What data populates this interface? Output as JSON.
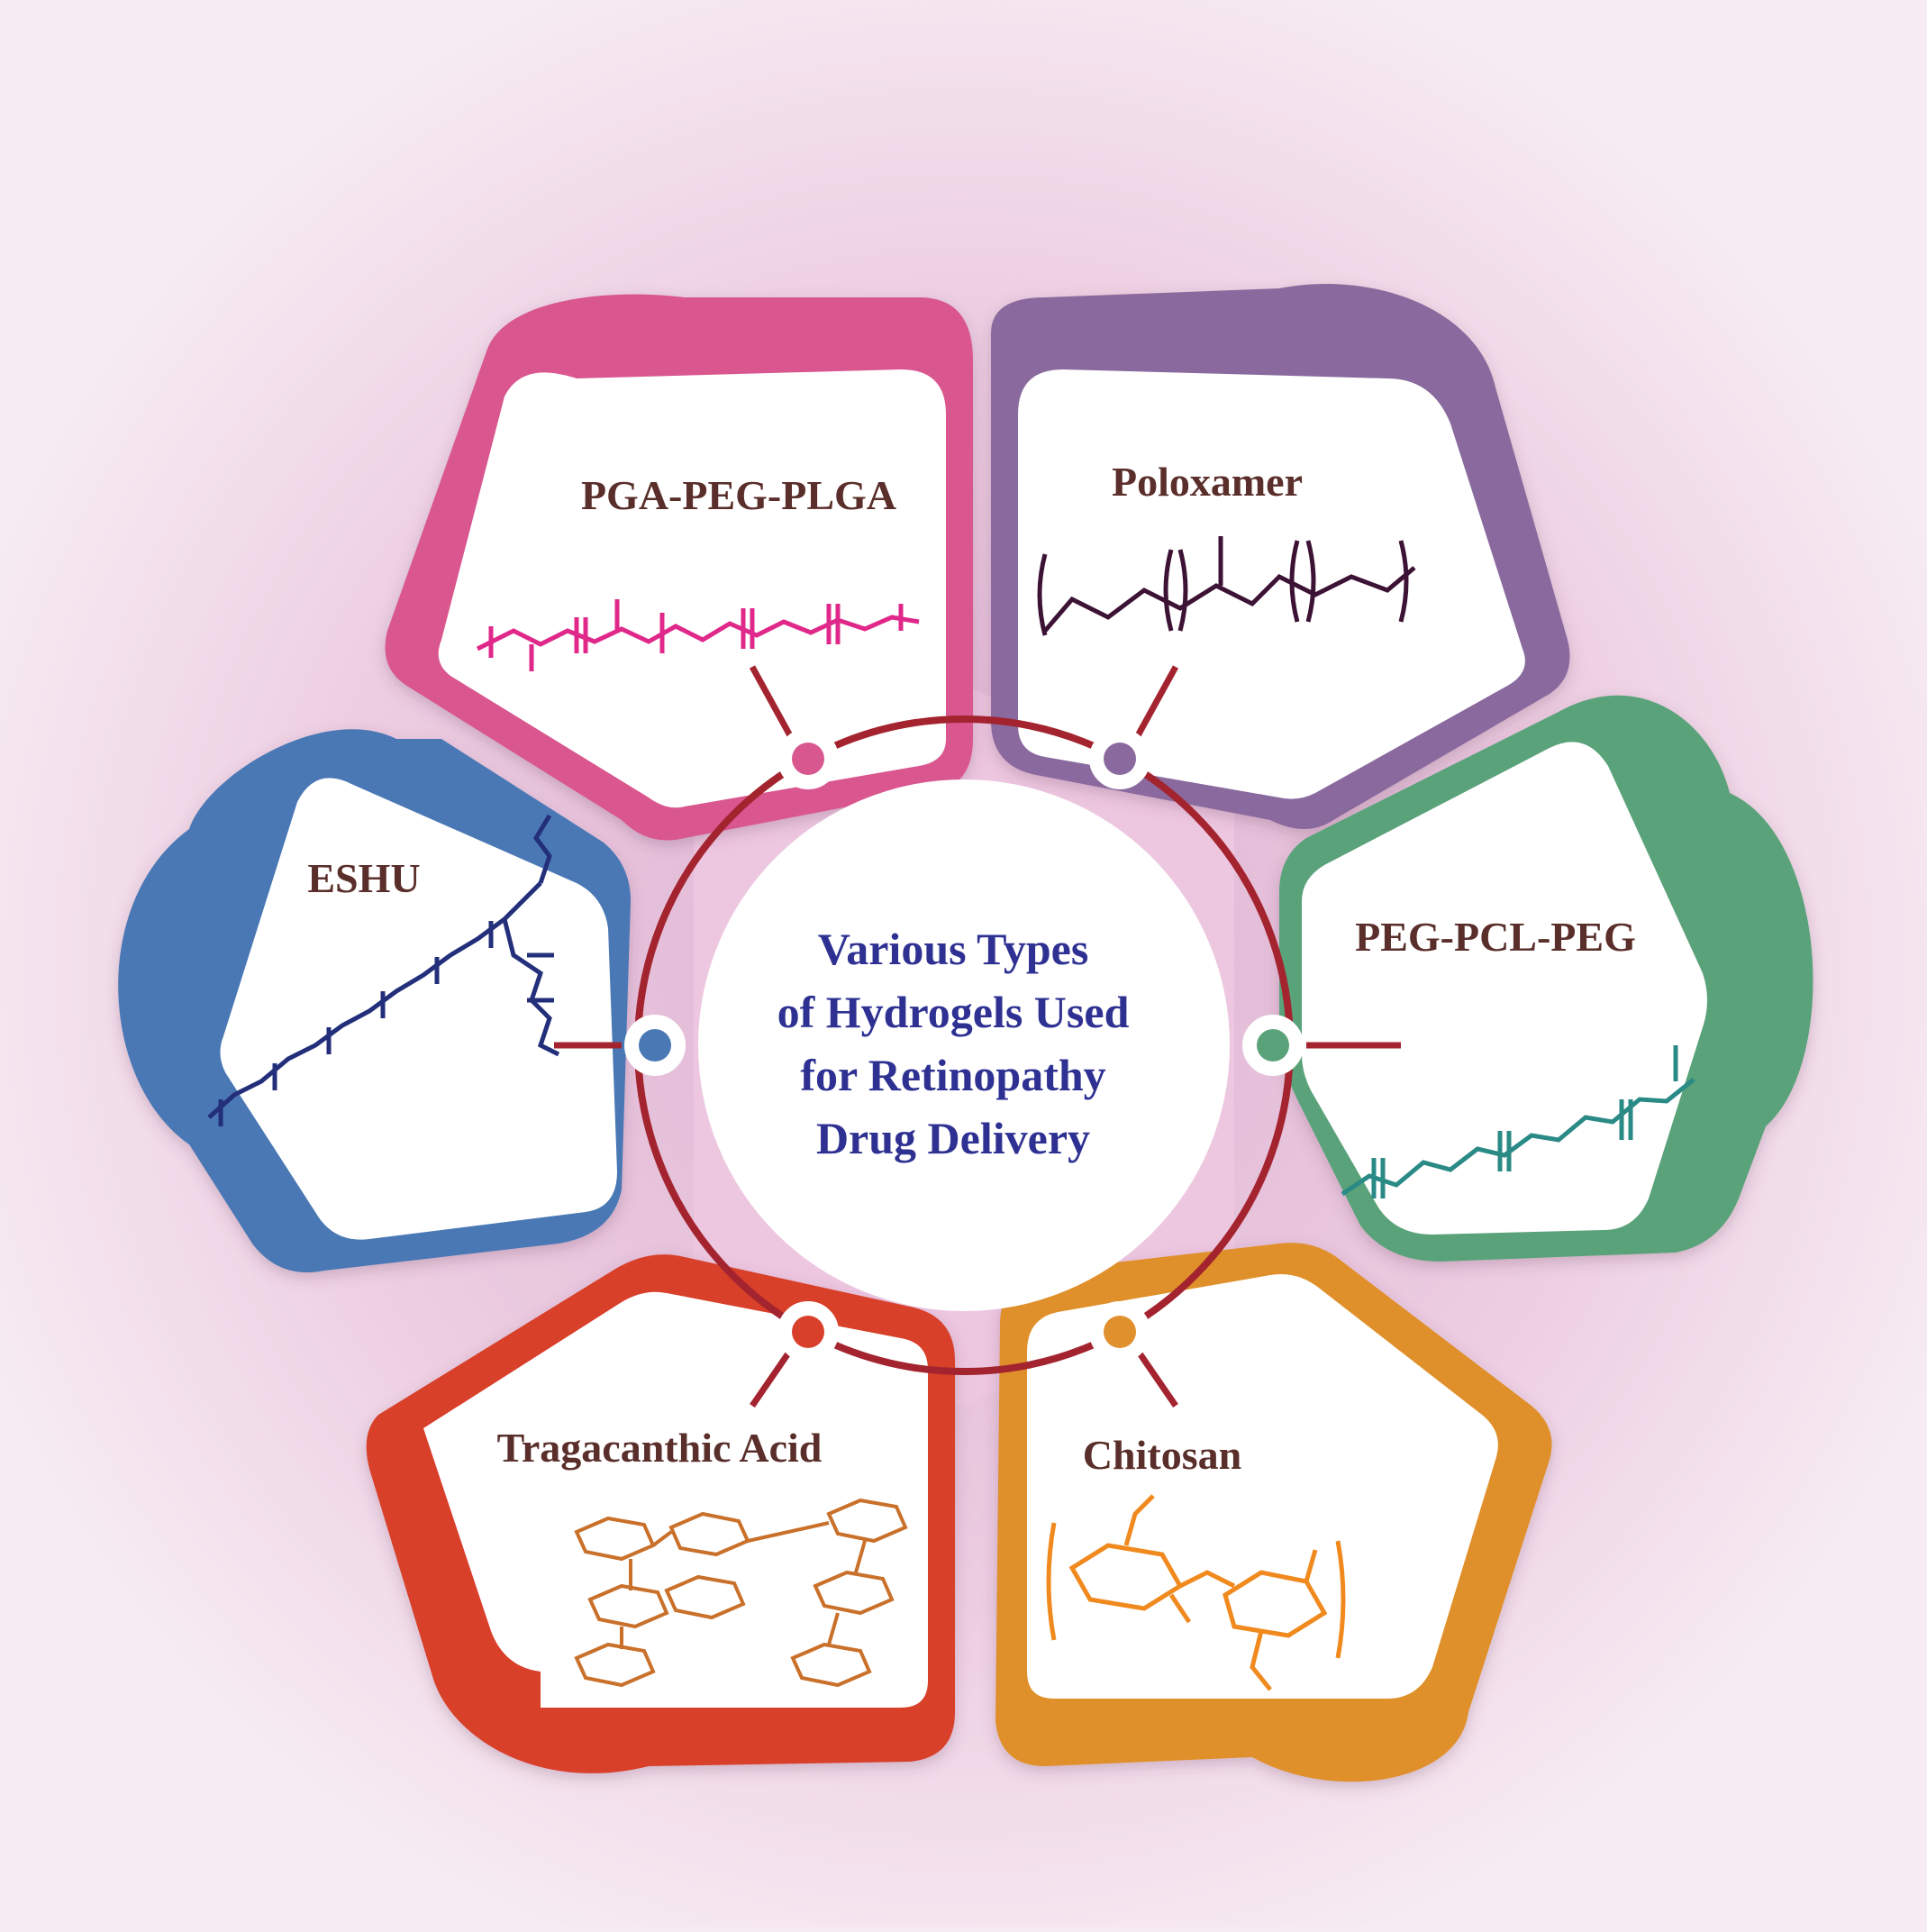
{
  "center": {
    "title_lines": [
      "Various Types",
      "of Hydrogels Used",
      "for Retinopathy",
      "Drug Delivery"
    ],
    "title_color": "#2e3192"
  },
  "colors": {
    "ring": "#a3242f",
    "label": "#5a2e2a",
    "background_glow": "#e6bdd8"
  },
  "hydrogels": [
    {
      "label": "PGA-PEG-PLGA",
      "color": "#d9578f",
      "structure": "pink zig-zag polymer chain"
    },
    {
      "label": "Poloxamer",
      "color": "#8a6a9e",
      "structure": "dark purple block copolymer chain"
    },
    {
      "label": "PEG-PCL-PEG",
      "color": "#5aa27a",
      "structure": "teal zig-zag polymer chain"
    },
    {
      "label": "Chitosan",
      "color": "#e0902c",
      "structure": "orange glucosamine ring structure"
    },
    {
      "label": "Tragacanthic Acid",
      "color": "#d8402c",
      "structure": "orange branched sugar ring structure"
    },
    {
      "label": "ESHU",
      "color": "#4a78b5",
      "structure": "navy branched polymer chain"
    }
  ]
}
